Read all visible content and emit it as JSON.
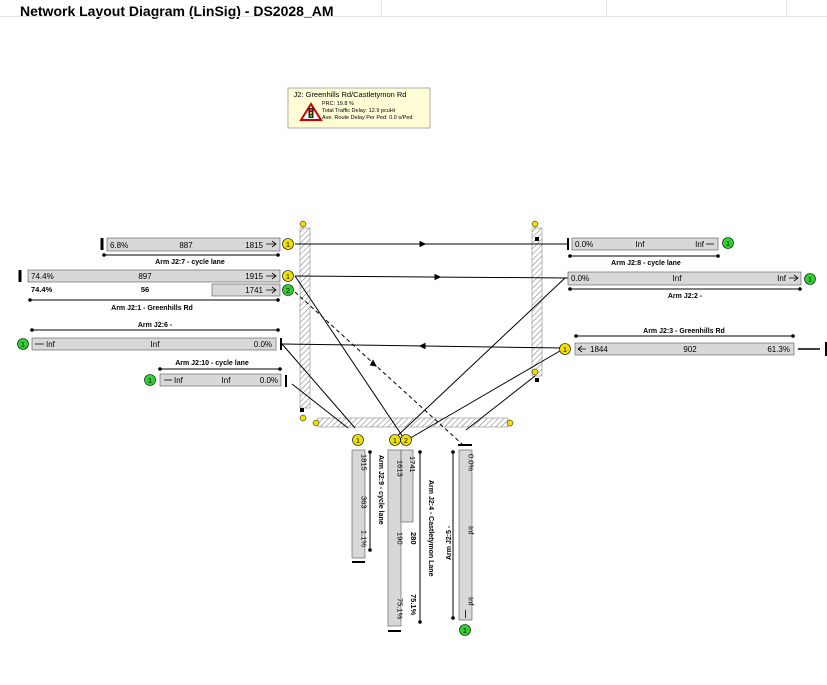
{
  "title": "Network Layout Diagram (LinSig) - DS2028_AM",
  "info_box": {
    "junction": "J2: Greenhills Rd/Castletymon Rd",
    "prc": "PRC: 19.8 %",
    "delay": "Total Traffic Delay: 12.9 pcuHr",
    "route_delay": "Ave. Route Delay Per Ped: 0.0 s/Ped"
  },
  "arms": {
    "j2_7": {
      "name": "Arm J2:7 - cycle lane",
      "lane1": {
        "deg_sat": "6.8%",
        "flow": "887",
        "sat_flow": "1815",
        "num": "1"
      }
    },
    "j2_1": {
      "name": "Arm J2:1 - Greenhills Rd",
      "lane1": {
        "deg_sat": "74.4%",
        "flow": "897",
        "sat_flow": "1915",
        "num": "1"
      },
      "lane2": {
        "sat_flow": "1741",
        "num": "2"
      },
      "total": {
        "deg_sat": "74.4%",
        "flow": "56"
      }
    },
    "j2_6": {
      "name": "Arm J2:6 -",
      "lane1": {
        "sat_flow": "Inf",
        "flow": "Inf",
        "deg_sat": "0.0%",
        "num": "1"
      }
    },
    "j2_10": {
      "name": "Arm J2:10 - cycle lane",
      "lane1": {
        "sat_flow": "Inf",
        "flow": "Inf",
        "deg_sat": "0.0%",
        "num": "1"
      }
    },
    "j2_8": {
      "name": "Arm J2:8 - cycle lane",
      "lane1": {
        "deg_sat": "0.0%",
        "flow": "Inf",
        "sat_flow": "Inf",
        "num": "1"
      }
    },
    "j2_2": {
      "name": "Arm J2:2 -",
      "lane1": {
        "deg_sat": "0.0%",
        "flow": "Inf",
        "sat_flow": "Inf",
        "num": "1"
      }
    },
    "j2_3": {
      "name": "Arm J2:3 - Greenhills Rd",
      "lane1": {
        "sat_flow": "1844",
        "flow": "902",
        "deg_sat": "61.3%",
        "num": "1"
      }
    },
    "j2_9": {
      "name": "Arm J2:9 - cycle lane",
      "lane1": {
        "sat_flow": "1815",
        "flow": "363",
        "deg_sat": "1.1%",
        "num": "1"
      }
    },
    "j2_4": {
      "name": "Arm J2:4 - Castletymon Lane",
      "lane1": {
        "sat_flow": "1613",
        "flow": "190",
        "deg_sat": "75.1%",
        "num": "1"
      },
      "lane2": {
        "sat_flow": "1741",
        "num": "2"
      },
      "total": {
        "flow": "280",
        "deg_sat": "75.1%"
      }
    },
    "j2_5": {
      "name": "Arm J2:5 -",
      "lane1": {
        "deg_sat": "0.0%",
        "flow": "Inf",
        "sat_flow": "Inf",
        "num": "1"
      }
    }
  },
  "colors": {
    "lane_fill": "#d8d8d8",
    "marker_yellow": "#f0e000",
    "marker_green": "#2fd12f",
    "info_bg": "#fffdd6",
    "hatch": "#777777"
  }
}
